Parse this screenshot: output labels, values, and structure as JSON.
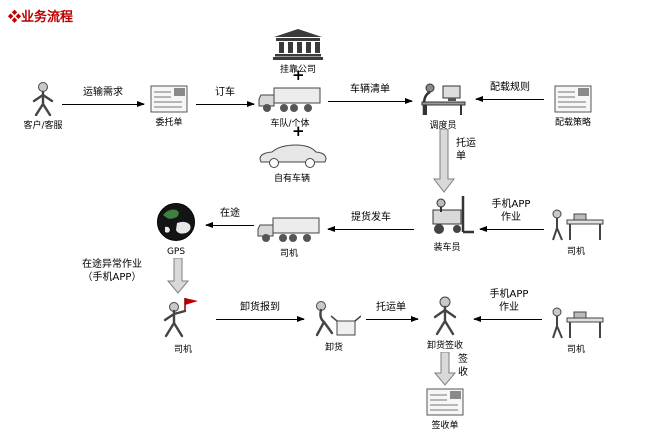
{
  "title": "❖业务流程",
  "labels": {
    "customer": "客户/客服",
    "commission_form": "委托单",
    "fleet": "车队/个体",
    "affiliate_company": "挂靠公司",
    "own_vehicle": "自有车辆",
    "dispatcher": "调度员",
    "loading_strategy": "配载策略",
    "loader": "装车员",
    "driver": "司机",
    "gps": "GPS",
    "unloading": "卸货",
    "unload_signoff": "卸货签收",
    "receipt_form": "签收单",
    "plus": "+"
  },
  "edges": {
    "transport_demand": "运输需求",
    "book_vehicle": "订车",
    "vehicle_list": "车辆清单",
    "loading_rules": "配载规则",
    "waybill_down": "托运\n单",
    "mobile_app_work": "手机APP\n作业",
    "pickup_departure": "提货发车",
    "in_transit": "在途",
    "transit_exception": "在途异常作业\n（手机APP）",
    "unload_checkin": "卸货报到",
    "waybill": "托运单",
    "signoff": "签\n收"
  },
  "colors": {
    "title_red": "#c00000",
    "arrow_black": "#000000",
    "block_arrow_fill": "#d9d9d9",
    "block_arrow_stroke": "#7f7f7f"
  }
}
